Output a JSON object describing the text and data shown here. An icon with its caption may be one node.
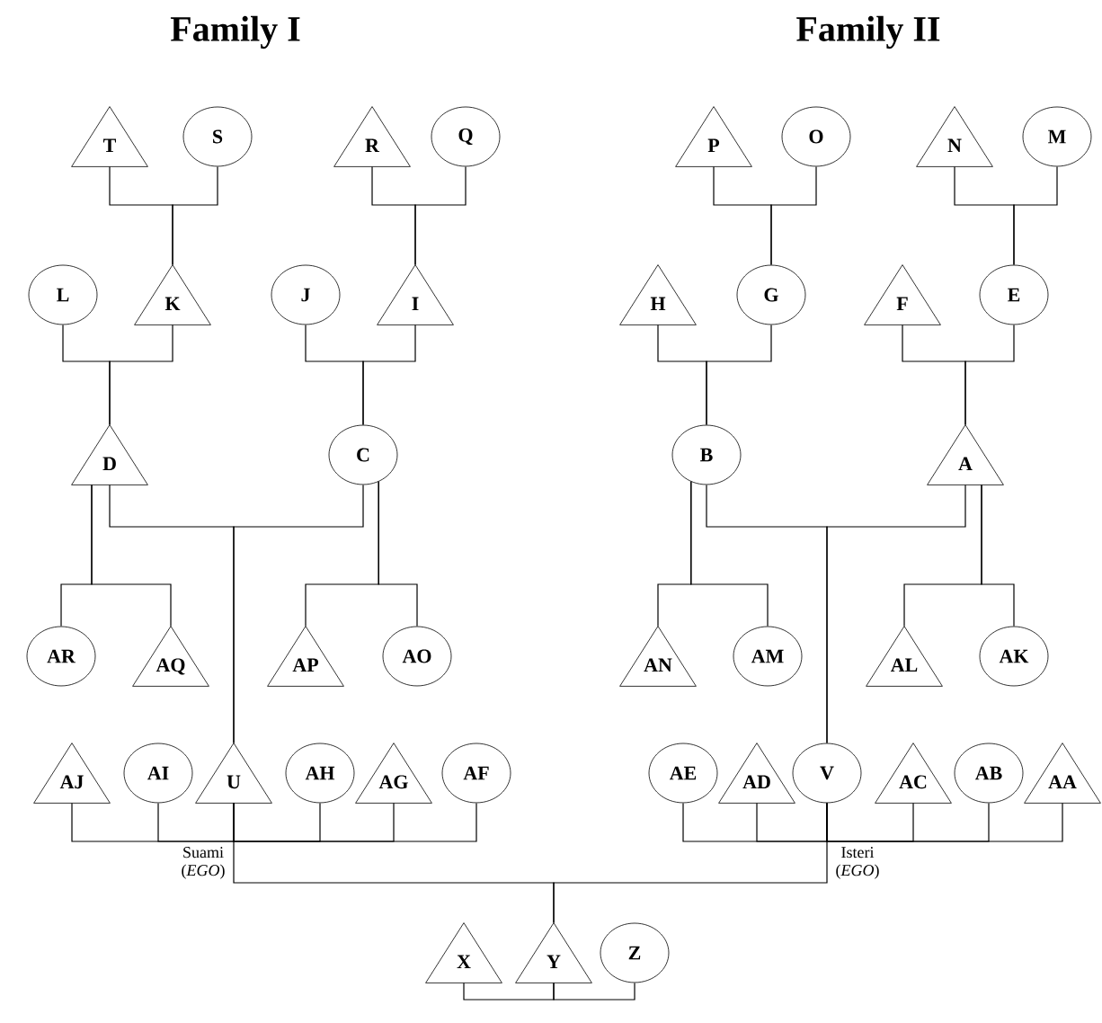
{
  "diagram": {
    "nodes": [
      {
        "text": [
          "T"
        ]
      },
      {
        "text": [
          "S"
        ]
      },
      {
        "text": [
          "R"
        ]
      },
      {
        "text": [
          "Q"
        ]
      },
      {
        "text": [
          "P"
        ]
      },
      {
        "text": [
          "O"
        ]
      },
      {
        "text": [
          "N"
        ]
      },
      {
        "text": [
          "M"
        ]
      },
      {
        "text": [
          "L"
        ]
      },
      {
        "text": [
          "K"
        ]
      },
      {
        "text": [
          "J"
        ]
      },
      {
        "text": [
          "I"
        ]
      },
      {
        "text": [
          "H"
        ]
      },
      {
        "text": [
          "G"
        ]
      },
      {
        "text": [
          "F"
        ]
      },
      {
        "text": [
          "E"
        ]
      },
      {
        "text": [
          "D"
        ]
      },
      {
        "text": [
          "C"
        ]
      },
      {
        "text": [
          "B"
        ]
      },
      {
        "text": [
          "A"
        ]
      },
      {
        "text": [
          "AR"
        ]
      },
      {
        "text": [
          "AQ"
        ]
      },
      {
        "text": [
          "AP"
        ]
      },
      {
        "text": [
          "AO"
        ]
      },
      {
        "text": [
          "AN"
        ]
      },
      {
        "text": [
          "AM"
        ]
      },
      {
        "text": [
          "AL"
        ]
      },
      {
        "text": [
          "AK"
        ]
      },
      {
        "text": [
          "AJ"
        ]
      },
      {
        "text": [
          "AI"
        ]
      },
      {
        "text": [
          "U"
        ],
        "beside": [
          "Suami (*EGO*)"
        ]
      },
      {
        "text": [
          "AH"
        ]
      },
      {
        "text": [
          "AG"
        ]
      },
      {
        "text": [
          "AF"
        ]
      },
      {
        "text": [
          "AE"
        ]
      },
      {
        "text": [
          "AD"
        ]
      },
      {
        "text": [
          "V"
        ],
        "beside": [
          "Isteri (*EGO*)"
        ]
      },
      {
        "text": [
          "AC"
        ]
      },
      {
        "text": [
          "AB"
        ]
      },
      {
        "text": [
          "AA"
        ]
      },
      {
        "text": [
          "X"
        ]
      },
      {
        "text": [
          "Y"
        ]
      },
      {
        "text": [
          "Z"
        ]
      }
    ],
    "edges": [
      {
        "from": 0,
        "to": 9,
        "arrow": "none"
      },
      {
        "from": 1,
        "to": 9,
        "arrow": "none"
      },
      {
        "from": 2,
        "to": 11,
        "arrow": "none"
      },
      {
        "from": 3,
        "to": 11,
        "arrow": "none"
      },
      {
        "from": 4,
        "to": 13,
        "arrow": "none"
      },
      {
        "from": 5,
        "to": 13,
        "arrow": "none"
      },
      {
        "from": 6,
        "to": 15,
        "arrow": "none"
      },
      {
        "from": 7,
        "to": 15,
        "arrow": "none"
      },
      {
        "from": 8,
        "to": 16,
        "arrow": "none"
      },
      {
        "from": 9,
        "to": 16,
        "arrow": "none"
      },
      {
        "from": 10,
        "to": 17,
        "arrow": "none"
      },
      {
        "from": 11,
        "to": 17,
        "arrow": "none"
      },
      {
        "from": 12,
        "to": 18,
        "arrow": "none"
      },
      {
        "from": 13,
        "to": 18,
        "arrow": "none"
      },
      {
        "from": 14,
        "to": 19,
        "arrow": "none"
      },
      {
        "from": 15,
        "to": 19,
        "arrow": "none"
      },
      {
        "from": 16,
        "to": 30,
        "arrow": "none"
      },
      {
        "from": 17,
        "to": 30,
        "arrow": "none"
      },
      {
        "from": 18,
        "to": 36,
        "arrow": "none"
      },
      {
        "from": 19,
        "to": 36,
        "arrow": "none"
      },
      {
        "from": 16,
        "to": 20,
        "arrow": "none"
      },
      {
        "from": 16,
        "to": 21,
        "arrow": "none"
      },
      {
        "from": 17,
        "to": 22,
        "arrow": "none"
      },
      {
        "from": 17,
        "to": 23,
        "arrow": "none"
      },
      {
        "from": 18,
        "to": 24,
        "arrow": "none"
      },
      {
        "from": 18,
        "to": 25,
        "arrow": "none"
      },
      {
        "from": 19,
        "to": 26,
        "arrow": "none"
      },
      {
        "from": 19,
        "to": 27,
        "arrow": "none"
      },
      {
        "from": 30,
        "to": 28,
        "arrow": "none"
      },
      {
        "from": 30,
        "to": 29,
        "arrow": "none"
      },
      {
        "from": 30,
        "to": 31,
        "arrow": "none"
      },
      {
        "from": 30,
        "to": 32,
        "arrow": "none"
      },
      {
        "from": 30,
        "to": 33,
        "arrow": "none"
      },
      {
        "from": 36,
        "to": 34,
        "arrow": "none"
      },
      {
        "from": 36,
        "to": 35,
        "arrow": "none"
      },
      {
        "from": 36,
        "to": 37,
        "arrow": "none"
      },
      {
        "from": 36,
        "to": 38,
        "arrow": "none"
      },
      {
        "from": 36,
        "to": 39,
        "arrow": "none"
      },
      {
        "from": 30,
        "to": 41,
        "arrow": "none"
      },
      {
        "from": 36,
        "to": 41,
        "arrow": "none"
      },
      {
        "from": 41,
        "to": 40,
        "arrow": "none"
      },
      {
        "from": 41,
        "to": 42,
        "arrow": "none"
      }
    ],
    "labels": [
      "Family I",
      "Family II"
    ]
  }
}
